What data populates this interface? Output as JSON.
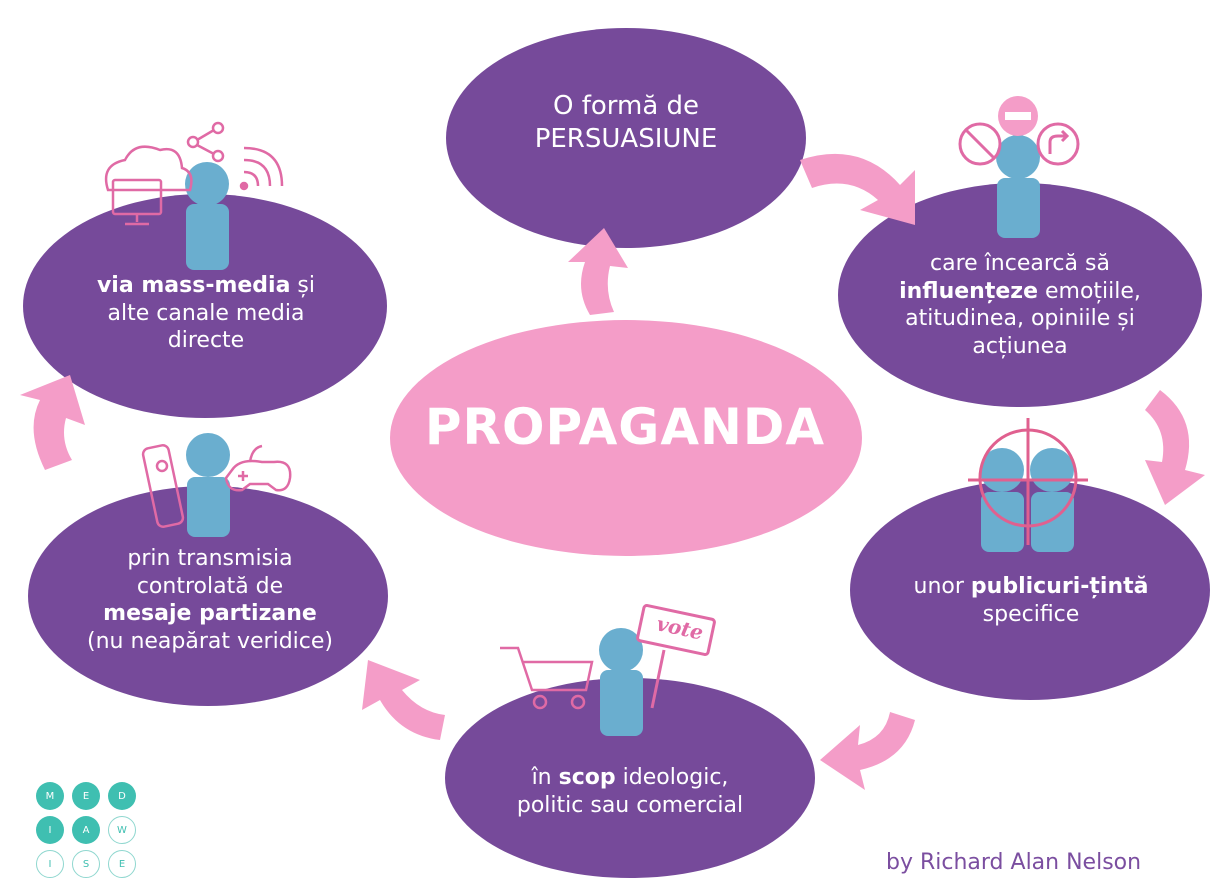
{
  "center": {
    "title": "PROPAGANDA"
  },
  "nodes": {
    "top": {
      "line1": "O formă de",
      "line2": "PERSUASIUNE"
    },
    "right_upper": {
      "line1": "care încearcă să",
      "bold2": "influențeze",
      "rest2": " emoțiile,",
      "line3": "atitudinea, opiniile și",
      "line4": "acțiunea"
    },
    "right_lower": {
      "pre": "unor ",
      "bold": "publicuri-țintă",
      "line2": "specifice"
    },
    "bottom": {
      "pre": "în ",
      "bold": "scop",
      "rest": " ideologic,",
      "line2": "politic sau comercial"
    },
    "left_lower": {
      "line1": "prin transmisia",
      "line2": "controlată de",
      "bold3": "mesaje partizane",
      "line4": "(nu neapărat veridice)"
    },
    "left_upper": {
      "bold1": "via mass-media",
      "rest1": " și",
      "line2": "alte canale media",
      "line3": "directe"
    }
  },
  "icons": {
    "vote_sign_text": "vote"
  },
  "logo": {
    "letters": [
      "M",
      "E",
      "D",
      "I",
      "A",
      "W",
      "I",
      "S",
      "E"
    ]
  },
  "credit": "by Richard Alan Nelson",
  "colors": {
    "purple": "#764a9a",
    "pink": "#f49dc8",
    "figure_blue": "#6aaecf",
    "teal": "#3fbfb1"
  }
}
